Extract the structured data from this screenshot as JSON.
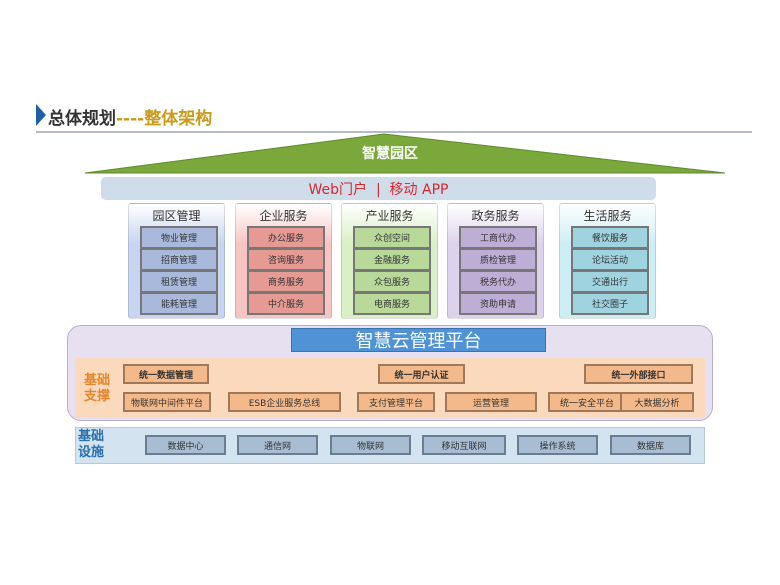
{
  "header": {
    "title_main": "总体规划",
    "title_sub": "----整体架构"
  },
  "roof": {
    "label": "智慧园区"
  },
  "portal": {
    "label": "Web门户  |  移动 APP"
  },
  "columns": [
    {
      "title": "园区管理",
      "items": [
        "物业管理",
        "招商管理",
        "租赁管理",
        "能耗管理"
      ],
      "bg": "#c7d5f0",
      "box": "#a9b9dc"
    },
    {
      "title": "企业服务",
      "items": [
        "办公服务",
        "咨询服务",
        "商务服务",
        "中介服务"
      ],
      "bg": "#f7c4c4",
      "box": "#e59a94"
    },
    {
      "title": "产业服务",
      "items": [
        "众创空间",
        "金融服务",
        "众包服务",
        "电商服务"
      ],
      "bg": "#d9efc5",
      "box": "#b9d99a"
    },
    {
      "title": "政务服务",
      "items": [
        "工商代办",
        "质检管理",
        "税务代办",
        "资助申请"
      ],
      "bg": "#ddd2ec",
      "box": "#bcaed5"
    },
    {
      "title": "生活服务",
      "items": [
        "餐饮服务",
        "论坛活动",
        "交通出行",
        "社交圈子"
      ],
      "bg": "#cdeef5",
      "box": "#9fd3df"
    }
  ],
  "platform": {
    "title": "智慧云管理平台",
    "support_label": [
      "基础",
      "支撑"
    ],
    "row1": [
      "统一数据管理",
      "统一用户认证",
      "统一外部接口"
    ],
    "row2": [
      "物联网中间件平台",
      "ESB企业服务总线",
      "支付管理平台",
      "运营管理",
      "统一安全平台",
      "大数据分析"
    ]
  },
  "infrastructure": {
    "label": [
      "基础",
      "设施"
    ],
    "items": [
      "数据中心",
      "通信网",
      "物联网",
      "移动互联网",
      "操作系统",
      "数据库"
    ]
  }
}
